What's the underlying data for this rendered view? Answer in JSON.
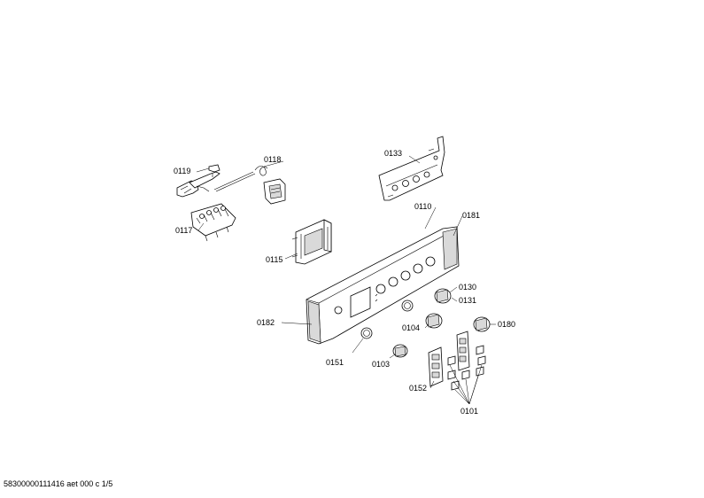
{
  "labels": {
    "p0119": "0119",
    "p0118": "0118",
    "p0117": "0117",
    "p0133": "0133",
    "p0110": "0110",
    "p0181": "0181",
    "p0115": "0115",
    "p0130": "0130",
    "p0131": "0131",
    "p0182": "0182",
    "p0104": "0104",
    "p0180": "0180",
    "p0151": "0151",
    "p0103": "0103",
    "p0152": "0152",
    "p0101": "0101"
  },
  "footer": "58300000111416 aet 000 c 1/5"
}
